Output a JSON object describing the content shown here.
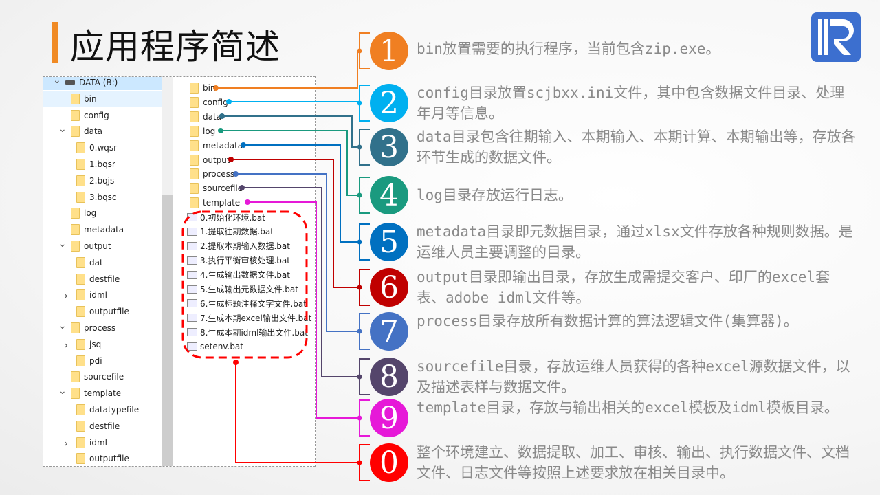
{
  "title": "应用程序简述",
  "logo": {
    "letter": "R",
    "color": "#3c6fcf"
  },
  "tree": [
    {
      "label": "DATA (B:)",
      "level": 0,
      "chev": "v",
      "icon": "drive",
      "state": "sel"
    },
    {
      "label": "bin",
      "level": 1,
      "chev": "",
      "icon": "folder",
      "state": "hov"
    },
    {
      "label": "config",
      "level": 1,
      "chev": "",
      "icon": "folder"
    },
    {
      "label": "data",
      "level": 1,
      "chev": "v",
      "icon": "folder"
    },
    {
      "label": "0.wqsr",
      "level": 2,
      "chev": "",
      "icon": "folder"
    },
    {
      "label": "1.bqsr",
      "level": 2,
      "chev": "",
      "icon": "folder"
    },
    {
      "label": "2.bqjs",
      "level": 2,
      "chev": "",
      "icon": "folder"
    },
    {
      "label": "3.bqsc",
      "level": 2,
      "chev": "",
      "icon": "folder"
    },
    {
      "label": "log",
      "level": 1,
      "chev": "",
      "icon": "folder"
    },
    {
      "label": "metadata",
      "level": 1,
      "chev": "",
      "icon": "folder"
    },
    {
      "label": "output",
      "level": 1,
      "chev": "v",
      "icon": "folder"
    },
    {
      "label": "dat",
      "level": 2,
      "chev": "",
      "icon": "folder"
    },
    {
      "label": "destfile",
      "level": 2,
      "chev": "",
      "icon": "folder"
    },
    {
      "label": "idml",
      "level": 2,
      "chev": ">",
      "icon": "folder"
    },
    {
      "label": "outputfile",
      "level": 2,
      "chev": "",
      "icon": "folder"
    },
    {
      "label": "process",
      "level": 1,
      "chev": "v",
      "icon": "folder"
    },
    {
      "label": "jsq",
      "level": 2,
      "chev": ">",
      "icon": "folder"
    },
    {
      "label": "pdi",
      "level": 2,
      "chev": "",
      "icon": "folder"
    },
    {
      "label": "sourcefile",
      "level": 1,
      "chev": "",
      "icon": "folder"
    },
    {
      "label": "template",
      "level": 1,
      "chev": "v",
      "icon": "folder"
    },
    {
      "label": "datatypefile",
      "level": 2,
      "chev": "",
      "icon": "folder"
    },
    {
      "label": "destfile",
      "level": 2,
      "chev": "",
      "icon": "folder"
    },
    {
      "label": "idml",
      "level": 2,
      "chev": ">",
      "icon": "folder"
    },
    {
      "label": "outputfile",
      "level": 2,
      "chev": "",
      "icon": "folder"
    }
  ],
  "folders": [
    "bin",
    "config",
    "data",
    "log",
    "metadata",
    "output",
    "process",
    "sourcefile",
    "template"
  ],
  "bats": [
    "0.初始化环境.bat",
    "1.提取往期数据.bat",
    "2.提取本期输入数据.bat",
    "3.执行平衡审核处理.bat",
    "4.生成输出数据文件.bat",
    "5.生成输出元数据文件.bat",
    "6.生成标题注释文字文件.bat",
    "7.生成本期excel输出文件.bat",
    "8.生成本期idml输出文件.bat",
    "setenv.bat"
  ],
  "items": [
    {
      "num": "1",
      "color": "#f07f22",
      "text": "bin放置需要的执行程序，当前包含zip.exe。"
    },
    {
      "num": "2",
      "color": "#00b0f0",
      "text": "config目录放置scjbxx.ini文件，其中包含数据文件目录、处理年月等信息。"
    },
    {
      "num": "3",
      "color": "#31718b",
      "text": "data目录包含往期输入、本期输入、本期计算、本期输出等，存放各环节生成的数据文件。"
    },
    {
      "num": "4",
      "color": "#1a9a7f",
      "text": "log目录存放运行日志。"
    },
    {
      "num": "5",
      "color": "#0070c0",
      "text": "metadata目录即元数据目录，通过xlsx文件存放各种规则数据。是运维人员主要调整的目录。"
    },
    {
      "num": "6",
      "color": "#c00000",
      "text": "output目录即输出目录，存放生成需提交客户、印厂的excel套表、adobe idml文件等。"
    },
    {
      "num": "7",
      "color": "#4472c4",
      "text": "process目录存放所有数据计算的算法逻辑文件(集算器)。"
    },
    {
      "num": "8",
      "color": "#54456b",
      "text": "sourcefile目录，存放运维人员获得的各种excel源数据文件，以及描述表样与数据文件。"
    },
    {
      "num": "9",
      "color": "#e619d8",
      "text": "template目录，存放与输出相关的excel模板及idml模板目录。"
    },
    {
      "num": "0",
      "color": "#ff0000",
      "text": "整个环境建立、数据提取、加工、审核、输出、执行数据文件、文档文件、日志文件等按照上述要求放在相关目录中。"
    }
  ]
}
